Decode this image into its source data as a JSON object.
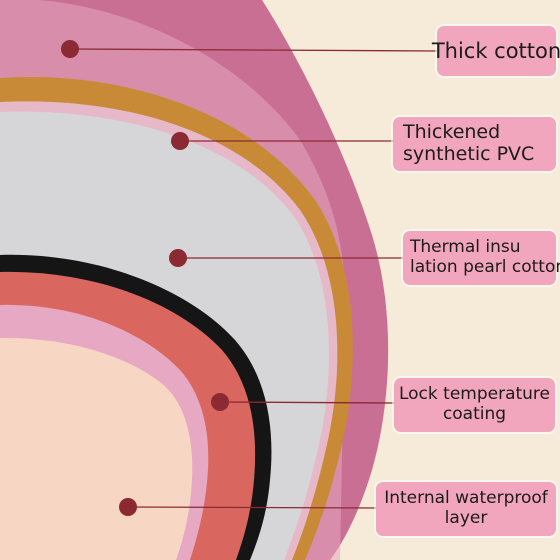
{
  "colors": {
    "background": "#f6ead9",
    "thick_cotton": "#c96f93",
    "pvc": "#c98a37",
    "pearl_cotton": "#d6d6d8",
    "coating": "#d9675f",
    "waterproof": "#f7d7c4",
    "label_bg": "#f2a6be",
    "leader": "#8b2a33"
  },
  "labels": [
    {
      "lines": [
        "Thick cotton"
      ]
    },
    {
      "lines": [
        "Thickened",
        "synthetic PVC"
      ]
    },
    {
      "lines": [
        "Thermal insu",
        "lation pearl cotton"
      ]
    },
    {
      "lines": [
        "Lock temperature",
        "coating"
      ]
    },
    {
      "lines": [
        "Internal waterproof",
        "layer"
      ]
    }
  ]
}
